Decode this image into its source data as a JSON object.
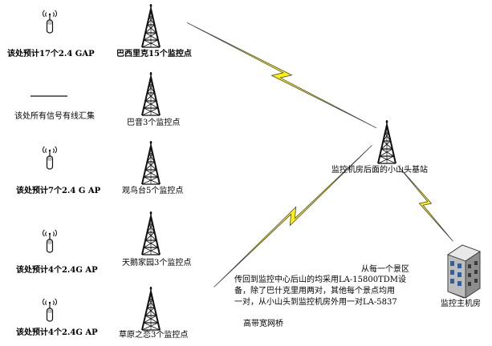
{
  "left_labels": [
    "该处预计17个2.4 GAP",
    "该处所有信号有线汇集",
    "该处预计7个2.4 G AP",
    "该处预计4个2.4G AP",
    "该处预计4个2.4G AP"
  ],
  "towers": [
    "巴西里克15个监控点",
    "巴音3个监控点",
    "观鸟台5个监控点",
    "天鹅家园3个监控点",
    "草原之恋3个监控点"
  ],
  "base_station": "监控机房后面的小山头基站",
  "monitor_room": "监控主机房",
  "description": {
    "line1": "从每一个景区",
    "line2": "传回到监控中心后山的均采用LA-15800TDM设",
    "line3": "备，除了巴什克里用两对，其他每个景点均用",
    "line4": "一对，从小山头到监控机房外用一对LA-5837",
    "line5": "高带宽网桥"
  },
  "colors": {
    "lightning": "#fff200",
    "lightning_stroke": "#444444",
    "tower": "#111111"
  }
}
